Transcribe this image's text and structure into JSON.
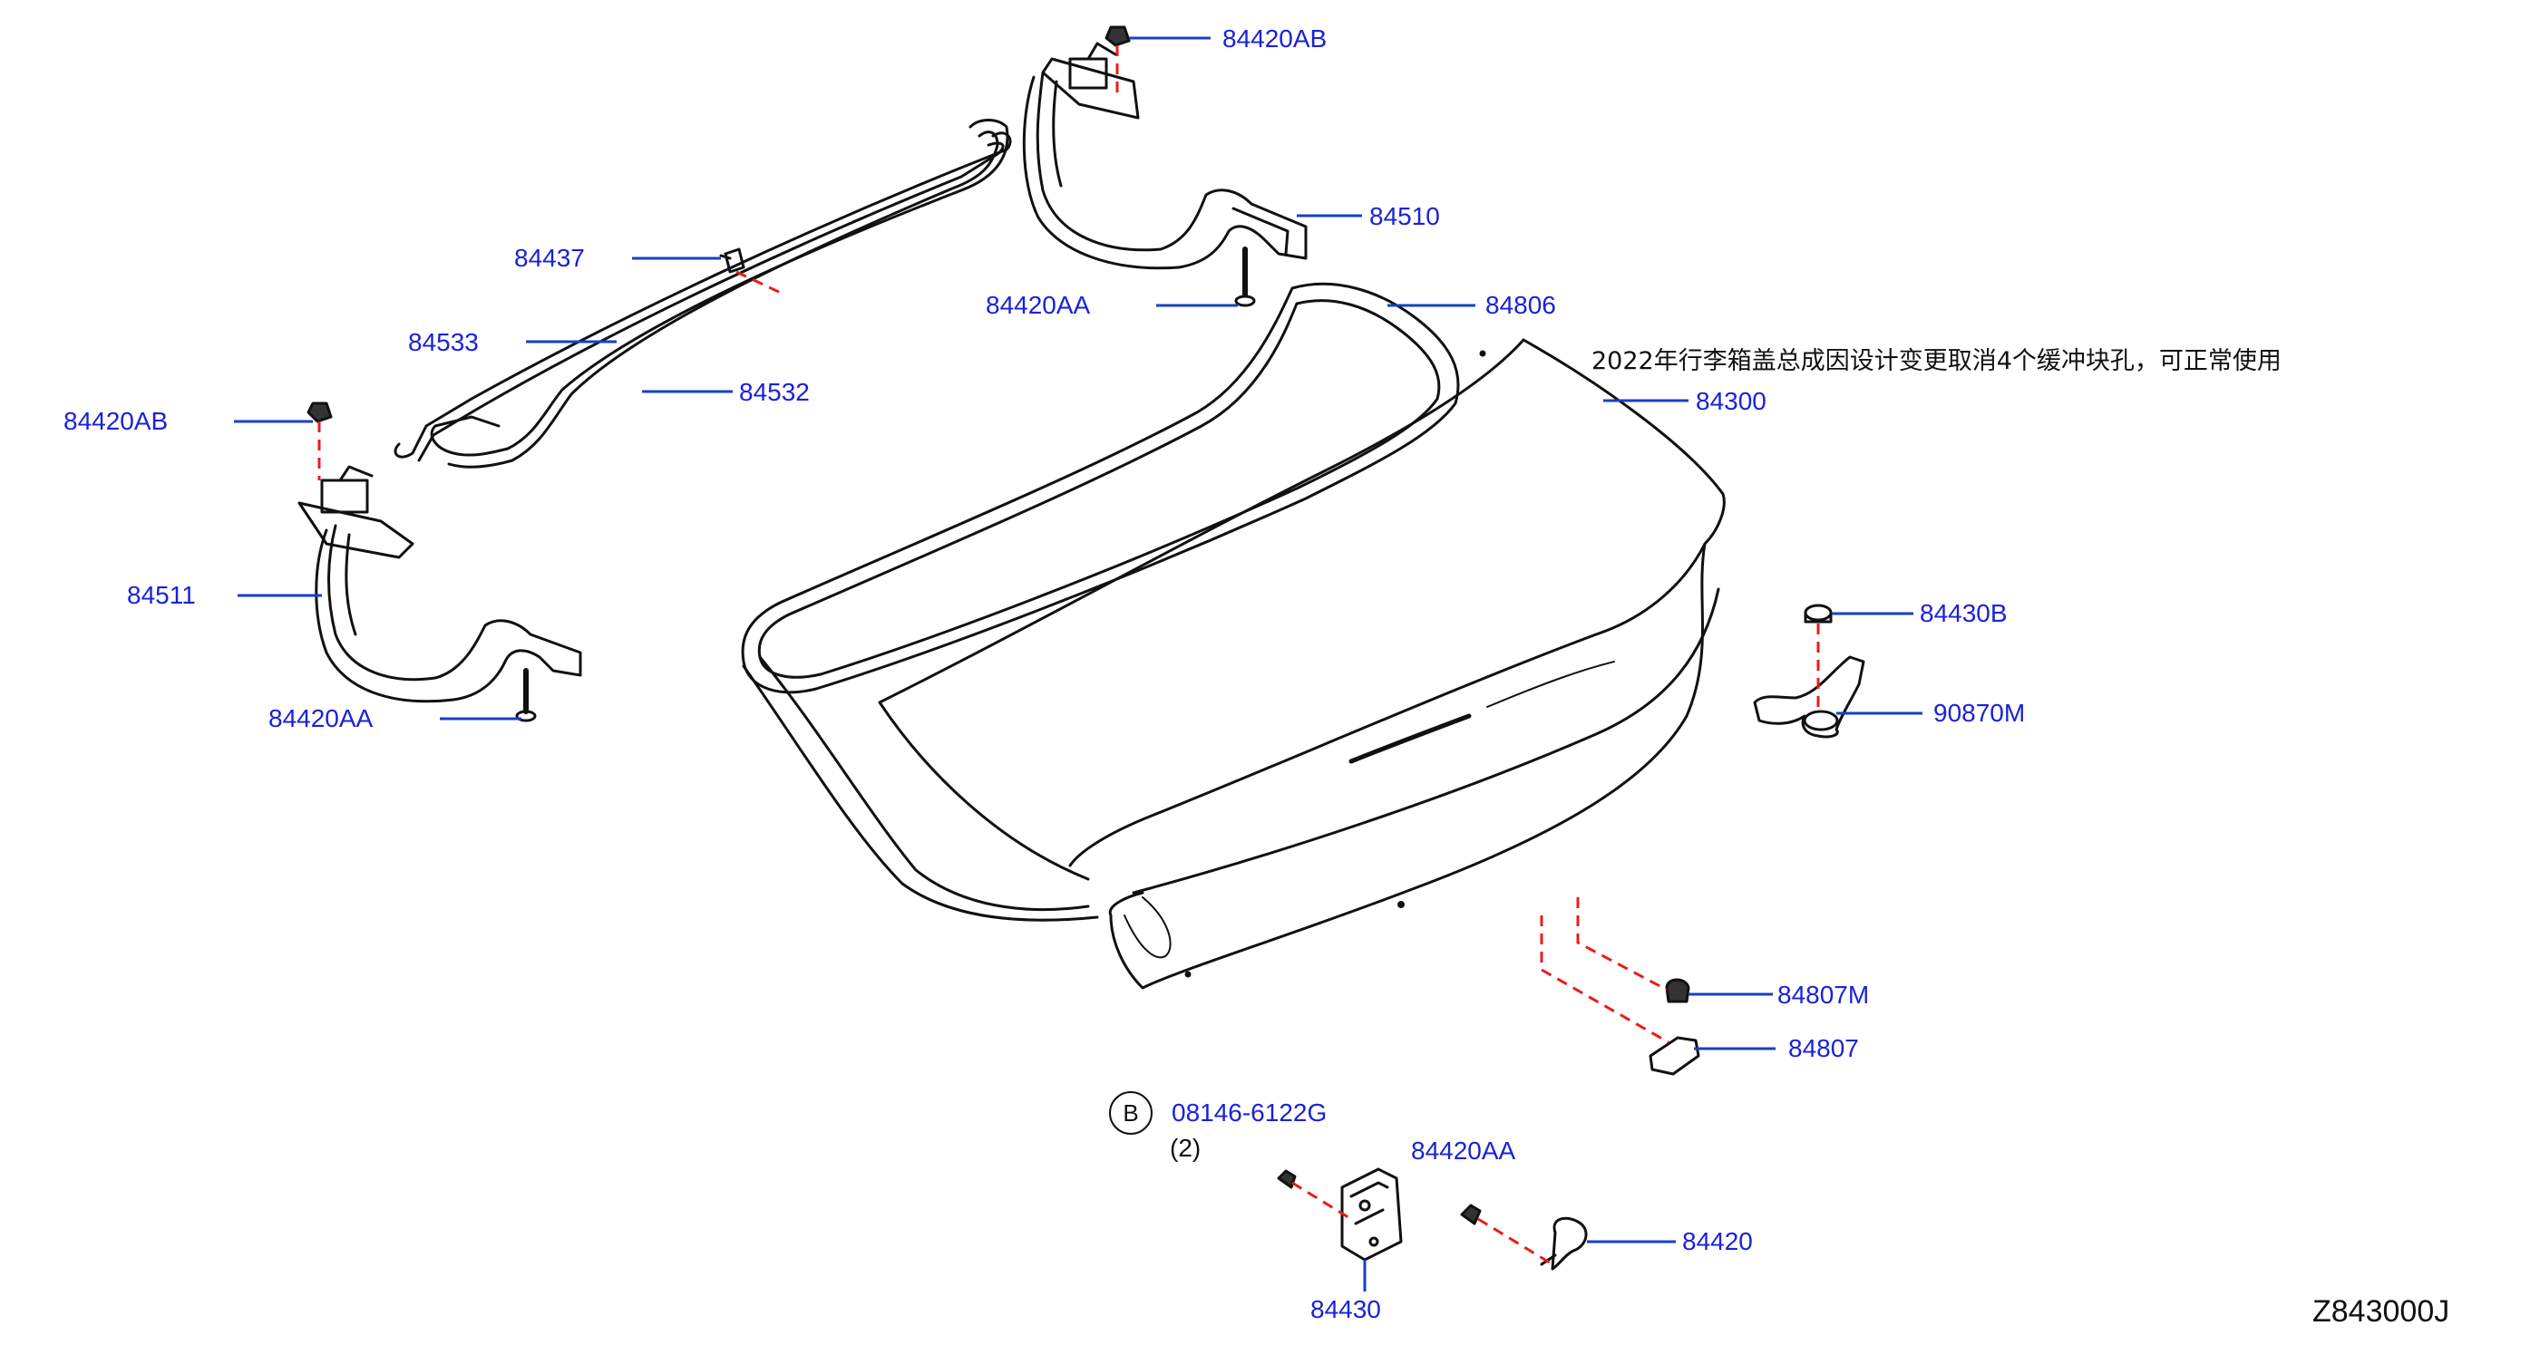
{
  "colors": {
    "leader": "#1a3fc4",
    "label": "#1a22d8",
    "dash": "#e81c1c",
    "outline": "#111111"
  },
  "labels": {
    "p84420AB_top": "84420AB",
    "p84510": "84510",
    "p84437": "84437",
    "p84420AA_mid": "84420AA",
    "p84806": "84806",
    "p84533": "84533",
    "p84532": "84532",
    "p84420AB_left": "84420AB",
    "p84300": "84300",
    "p84511": "84511",
    "p84430B": "84430B",
    "p84420AA_left": "84420AA",
    "p90870M": "90870M",
    "p84807M": "84807M",
    "p84807": "84807",
    "p08146": "08146-6122G",
    "qty": "(2)",
    "circle_b": "B",
    "p84420AA_bottom": "84420AA",
    "p84420": "84420",
    "p84430": "84430"
  },
  "note": "2022年行李箱盖总成因设计变更取消4个缓冲块孔，可正常使用",
  "diagram_code": "Z843000J"
}
